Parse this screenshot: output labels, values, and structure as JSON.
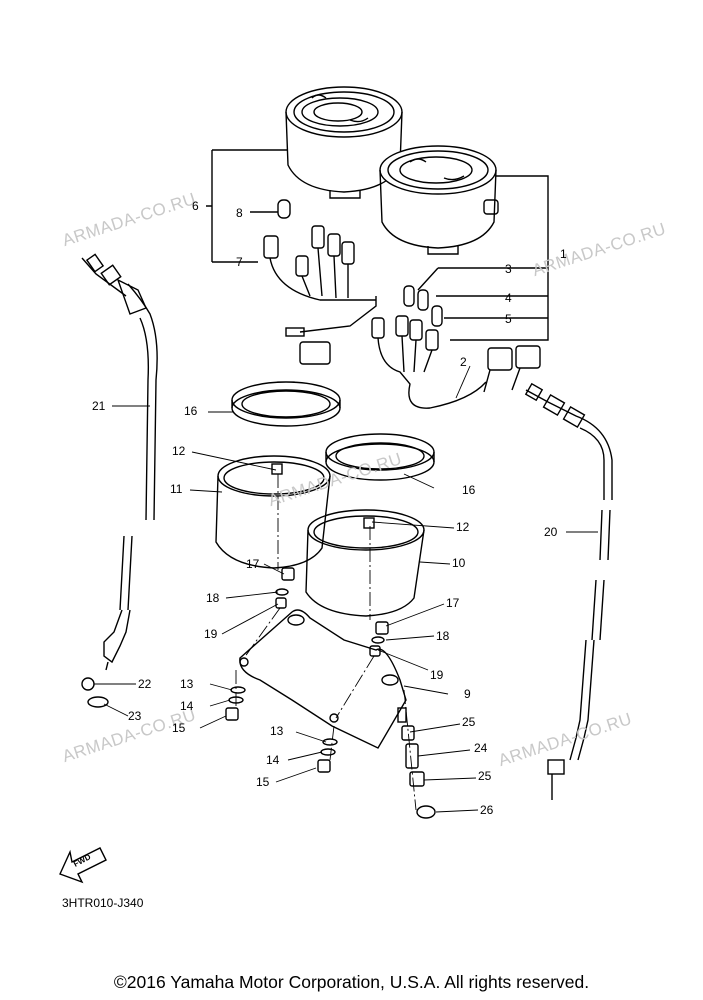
{
  "watermark": "ARMADA-CO.RU",
  "callouts": [
    "1",
    "2",
    "3",
    "4",
    "5",
    "6",
    "7",
    "8",
    "9",
    "10",
    "11",
    "12",
    "12",
    "13",
    "13",
    "14",
    "14",
    "15",
    "15",
    "16",
    "16",
    "17",
    "17",
    "18",
    "18",
    "19",
    "19",
    "20",
    "21",
    "22",
    "23",
    "24",
    "25",
    "25",
    "26"
  ],
  "fwd_label": "FWD",
  "reference_code": "3HTR010-J340",
  "copyright": "©2016 Yamaha Motor Corporation, U.S.A. All rights reserved."
}
